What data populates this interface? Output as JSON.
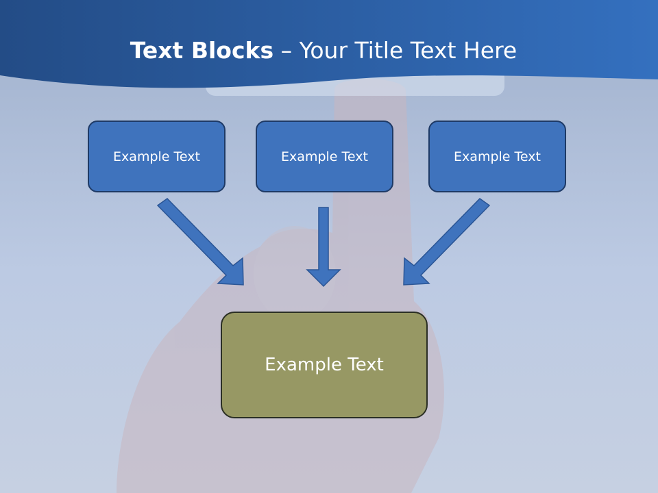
{
  "title": {
    "bold": "Text Blocks",
    "rest": " – Your Title Text Here"
  },
  "blocks": {
    "left": "Example Text",
    "middle": "Example Text",
    "right": "Example Text"
  },
  "target": "Example Text",
  "colors": {
    "header_blue": "#2c5fa3",
    "block_blue": "#3f73bd",
    "block_border": "#1e3a66",
    "target_olive": "#979864",
    "arrow_fill": "#3f73bd"
  }
}
